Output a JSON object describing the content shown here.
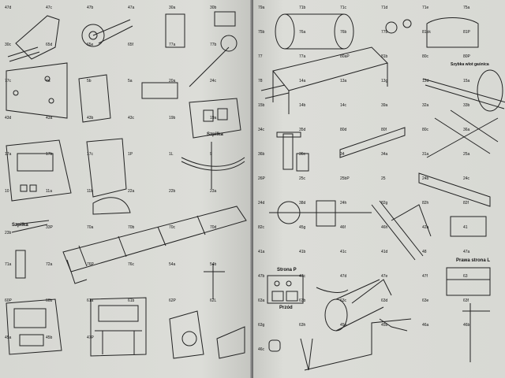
{
  "left_page": {
    "captions": [
      "Szpilka",
      "Szpilka"
    ],
    "labels": [
      "47d",
      "47c",
      "47b",
      "47a",
      "30a",
      "30b",
      "30c",
      "65d",
      "65e",
      "65f",
      "77a",
      "77b",
      "77c",
      "4a",
      "5b",
      "5a",
      "20a",
      "24c",
      "43d",
      "43a",
      "43b",
      "43c",
      "19b",
      "19a",
      "17a",
      "17b",
      "17c",
      "1P",
      "1L",
      "9",
      "10",
      "11a",
      "11b",
      "22a",
      "22b",
      "23a",
      "23b",
      "33P",
      "70a",
      "70b",
      "70c",
      "70d",
      "71a",
      "72a",
      "76P",
      "76c",
      "54a",
      "54b",
      "60P",
      "60b",
      "61a",
      "61b",
      "62P",
      "62L",
      "45a",
      "45b",
      "47P"
    ]
  },
  "right_page": {
    "captions": [
      "Szybka wlot gaśnica",
      "Strona P",
      "Przód",
      "Prawa strona L"
    ],
    "labels": [
      "79a",
      "71b",
      "71c",
      "71d",
      "71e",
      "75a",
      "75b",
      "76a",
      "76b",
      "77b",
      "81bk",
      "81P",
      "77",
      "77a",
      "80aP",
      "81b",
      "80c",
      "80P",
      "78",
      "14a",
      "13a",
      "13g",
      "12d",
      "15a",
      "15b",
      "14b",
      "14c",
      "39a",
      "32a",
      "33b",
      "34c",
      "35d",
      "80d",
      "80f",
      "80c",
      "36a",
      "36b",
      "36c",
      "34",
      "34a",
      "31a",
      "25a",
      "26P",
      "25c",
      "25bP",
      "25",
      "24b",
      "24c",
      "24d",
      "38d",
      "24h",
      "82g",
      "82h",
      "82f",
      "82c",
      "45g",
      "46f",
      "46h",
      "42a",
      "41",
      "41a",
      "41b",
      "41c",
      "41d",
      "48",
      "47a",
      "47b",
      "47c",
      "47d",
      "47e",
      "47f",
      "63",
      "63a",
      "63b",
      "63c",
      "63d",
      "63e",
      "63f",
      "63g",
      "63h",
      "45a",
      "45b",
      "46a",
      "46b",
      "46c"
    ]
  }
}
